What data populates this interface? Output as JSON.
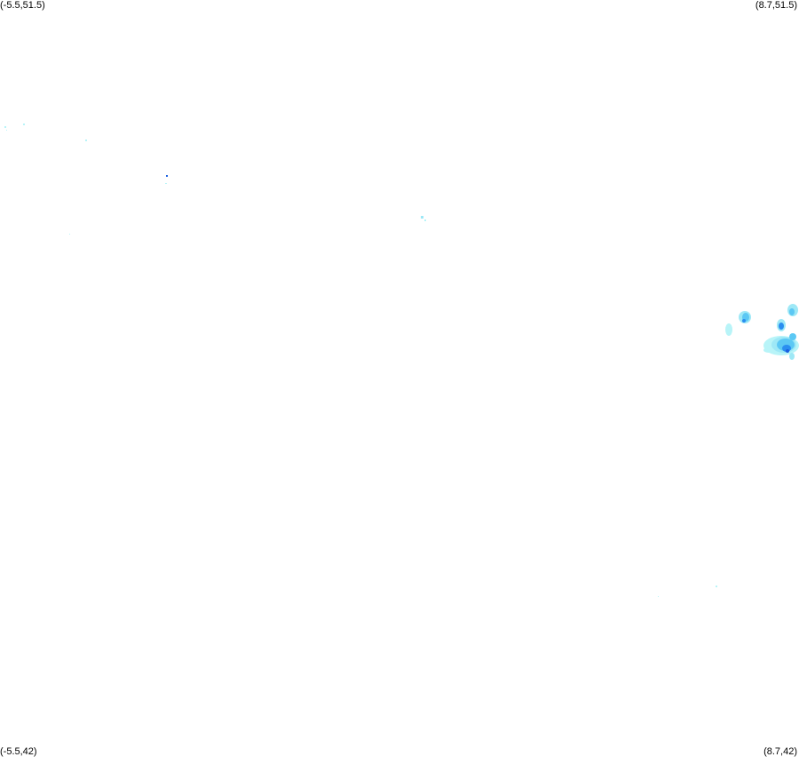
{
  "map": {
    "corners": {
      "top_left": "(-5.5,51.5)",
      "top_right": "(8.7,51.5)",
      "bottom_left": "(-5.5,42)",
      "bottom_right": "(8.7,42)"
    },
    "colors": {
      "background": "#ffffff",
      "light_precip": "#b8f4f8",
      "light_precip_2": "#9ee8f6",
      "moderate_precip": "#5cc8f4",
      "strong_precip": "#2a8ef0",
      "heavy_precip": "#1a5fe0"
    }
  }
}
